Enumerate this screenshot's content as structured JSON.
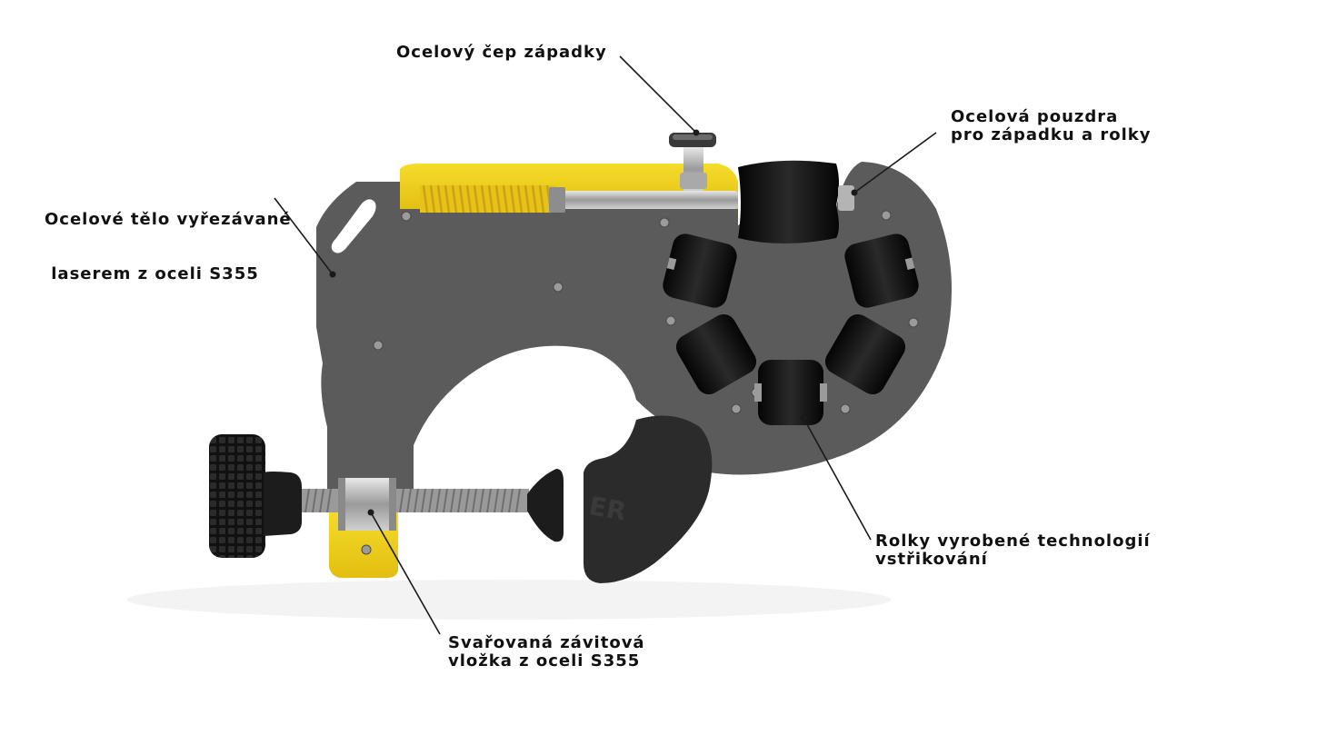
{
  "product": {
    "brand_mark": "ER"
  },
  "callouts": [
    {
      "id": "latch-pin",
      "lines": [
        "Ocelový čep západky"
      ]
    },
    {
      "id": "bushings",
      "lines": [
        "Ocelová pouzdra",
        "pro západku a rolky"
      ]
    },
    {
      "id": "body",
      "lines": [
        "Ocelové tělo vyřezávané",
        " laserem z oceli S355"
      ]
    },
    {
      "id": "rollers",
      "lines": [
        "Rolky vyrobené technologií",
        "vstřikování"
      ]
    },
    {
      "id": "thread-insert",
      "lines": [
        "Svařovaná závitová",
        "vložka z oceli S355"
      ]
    }
  ],
  "colors": {
    "body": "#5b5b5c",
    "accent_yellow": "#f2d21b",
    "roller": "#151515",
    "steel": "#b9b9b9",
    "text": "#111111",
    "background": "#ffffff"
  }
}
